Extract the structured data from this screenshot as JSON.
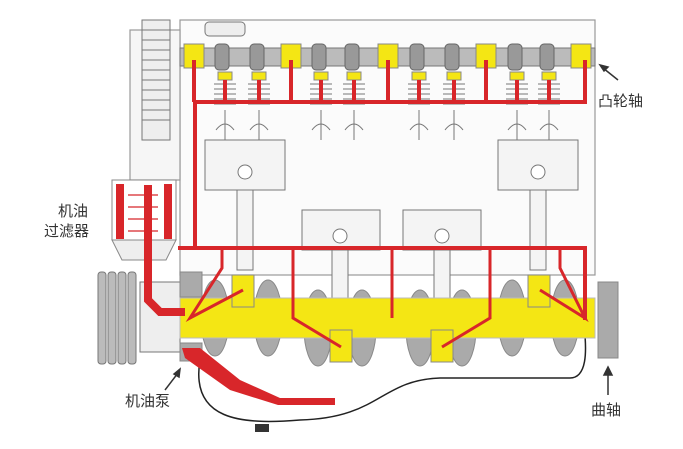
{
  "labels": {
    "camshaft": "凸轮轴",
    "oil_filter_line1": "机油",
    "oil_filter_line2": "过滤器",
    "oil_pump": "机油泵",
    "crankshaft": "曲轴"
  },
  "colors": {
    "oil": "#d8262a",
    "bearing": "#f4e614",
    "metal": "#a9a9a9",
    "outline": "#555555"
  }
}
